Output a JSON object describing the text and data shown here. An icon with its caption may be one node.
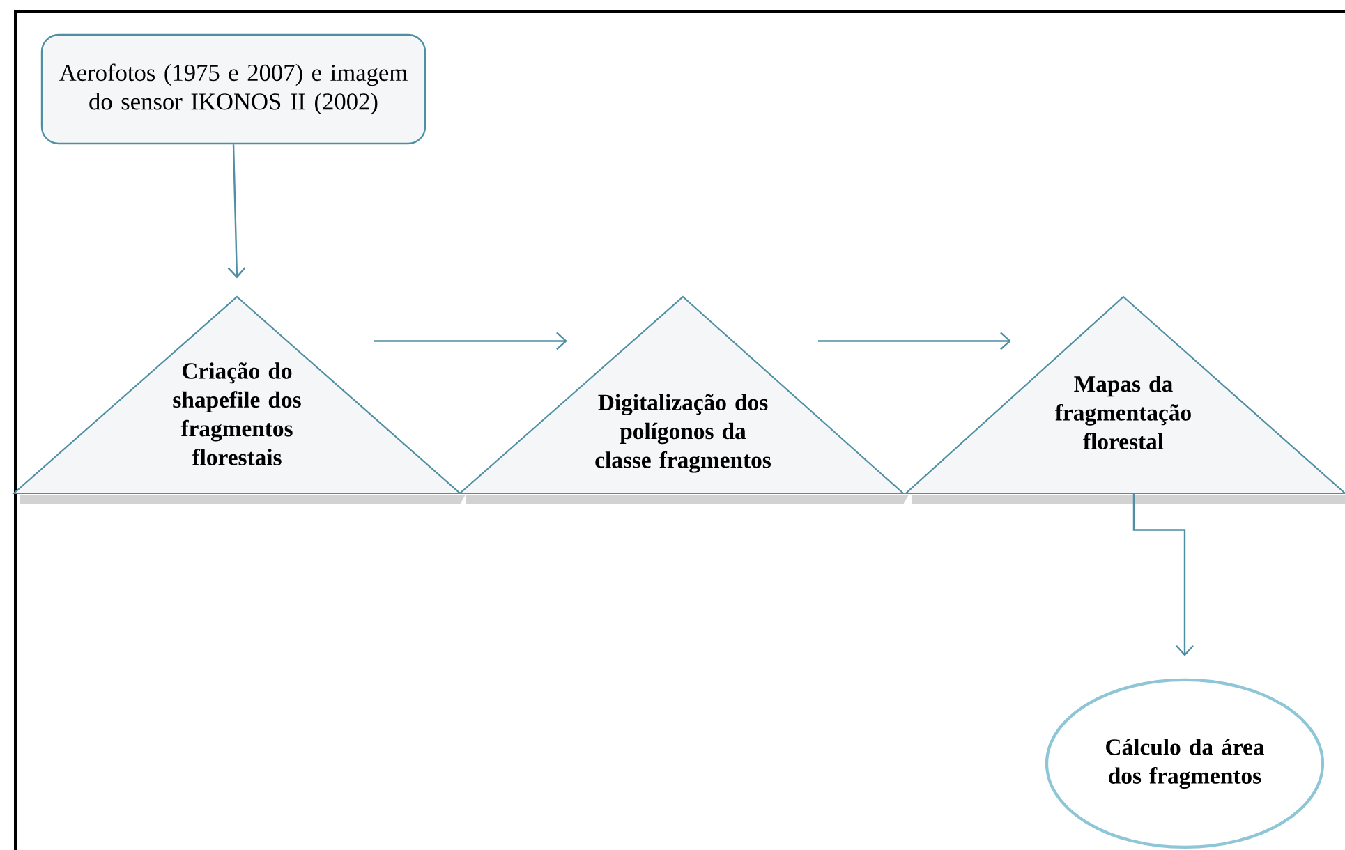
{
  "diagram": {
    "nodes": [
      {
        "text": [
          "Aerofotos (1975 e 2007) e imagem do sensor IKONOS II (2002)"
        ]
      },
      {
        "text": [
          "Criação do shapefile dos fragmentos florestais"
        ]
      },
      {
        "text": [
          "Digitalização dos polígonos da classe fragmentos"
        ]
      },
      {
        "text": [
          "Mapas da fragmentação florestal"
        ]
      },
      {
        "text": [
          "Cálculo da área dos fragmentos"
        ]
      }
    ],
    "edges": [
      {
        "from": 0,
        "to": 1,
        "arrow": "to"
      },
      {
        "from": 1,
        "to": 2,
        "arrow": "to"
      },
      {
        "from": 2,
        "to": 3,
        "arrow": "to"
      },
      {
        "from": 3,
        "to": 4,
        "arrow": "to"
      }
    ]
  }
}
